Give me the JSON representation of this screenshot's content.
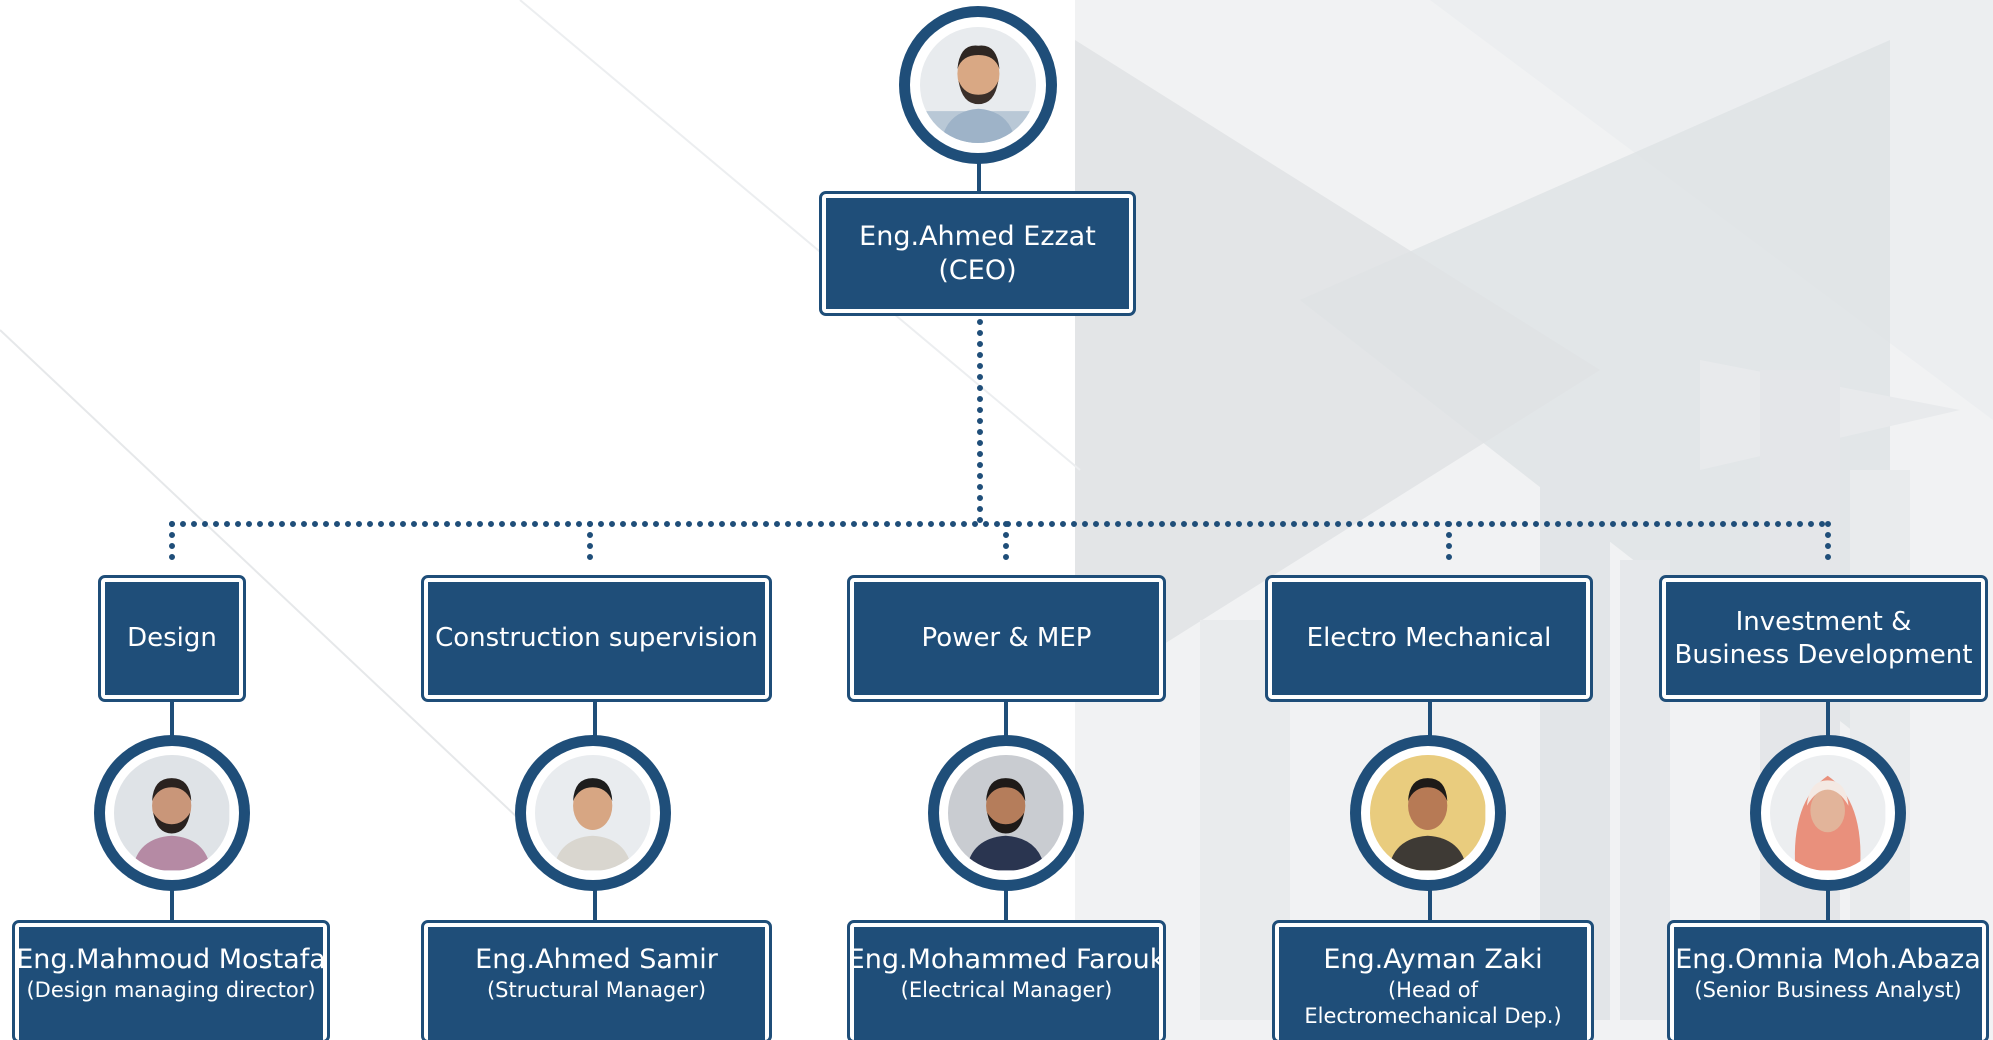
{
  "colors": {
    "primary": "#1f4e79",
    "background": "#ffffff",
    "watermark": "#c9ced3"
  },
  "ceo": {
    "name": "Eng.Ahmed Ezzat",
    "role": "(CEO)"
  },
  "departments": [
    {
      "title_lines": [
        "Design"
      ],
      "manager": "Eng.Mahmoud Mostafa",
      "role_lines": [
        "(Design managing director)"
      ],
      "avatar": "male-avatar-beard"
    },
    {
      "title_lines": [
        "Construction supervision"
      ],
      "manager": "Eng.Ahmed Samir",
      "role_lines": [
        "(Structural Manager)"
      ],
      "avatar": "male-avatar-short-hair"
    },
    {
      "title_lines": [
        "Power & MEP"
      ],
      "manager": "Eng.Mohammed Farouk",
      "role_lines": [
        "(Electrical Manager)"
      ],
      "avatar": "male-avatar-suit"
    },
    {
      "title_lines": [
        "Electro Mechanical"
      ],
      "manager": "Eng.Ayman Zaki",
      "role_lines": [
        "(Head of",
        "Electromechanical Dep.)"
      ],
      "avatar": "male-avatar-round"
    },
    {
      "title_lines": [
        "Investment &",
        "Business Development"
      ],
      "manager": "Eng.Omnia Moh.Abaza",
      "role_lines": [
        "(Senior Business Analyst)"
      ],
      "avatar": "female-avatar-hijab"
    }
  ]
}
